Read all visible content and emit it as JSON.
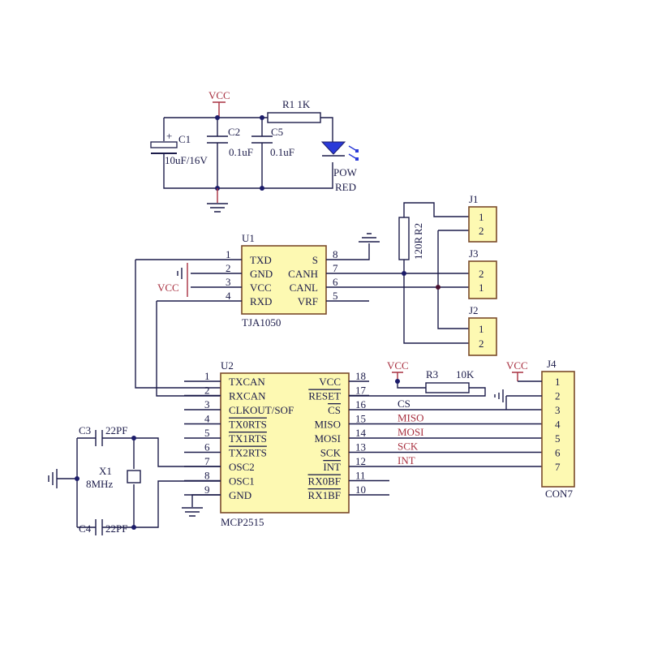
{
  "power": {
    "vcc": "VCC",
    "r1": "R1  1K",
    "c1": "C1",
    "c1_value": "10uF/16V",
    "c1_plus": "+",
    "c2": "C2",
    "c2_value": "0.1uF",
    "c5": "C5",
    "c5_value": "0.1uF",
    "led_line1": "POW",
    "led_line2": "RED"
  },
  "u1": {
    "ref": "U1",
    "part": "TJA1050",
    "left_pins": [
      {
        "num": "1",
        "name": "TXD"
      },
      {
        "num": "2",
        "name": "GND"
      },
      {
        "num": "3",
        "name": "VCC"
      },
      {
        "num": "4",
        "name": "RXD"
      }
    ],
    "right_pins": [
      {
        "num": "8",
        "name": "S"
      },
      {
        "num": "7",
        "name": "CANH"
      },
      {
        "num": "6",
        "name": "CANL"
      },
      {
        "num": "5",
        "name": "VRF"
      }
    ],
    "vcc_label": "VCC"
  },
  "r2": {
    "ref": "R2",
    "value": "120R"
  },
  "j1": {
    "ref": "J1",
    "pins": [
      "1",
      "2"
    ]
  },
  "j3": {
    "ref": "J3",
    "pins": [
      "2",
      "1"
    ]
  },
  "j2": {
    "ref": "J2",
    "pins": [
      "1",
      "2"
    ]
  },
  "u2": {
    "ref": "U2",
    "part": "MCP2515",
    "left_pins": [
      {
        "num": "1",
        "name": "TXCAN"
      },
      {
        "num": "2",
        "name": "RXCAN"
      },
      {
        "num": "3",
        "name": "CLKOUT/SOF"
      },
      {
        "num": "4",
        "name": "TX0RTS",
        "bar": true
      },
      {
        "num": "5",
        "name": "TX1RTS",
        "bar": true
      },
      {
        "num": "6",
        "name": "TX2RTS",
        "bar": true
      },
      {
        "num": "7",
        "name": "OSC2"
      },
      {
        "num": "8",
        "name": "OSC1"
      },
      {
        "num": "9",
        "name": "GND"
      }
    ],
    "right_pins": [
      {
        "num": "18",
        "name": "VCC"
      },
      {
        "num": "17",
        "name": "RESET",
        "bar": true
      },
      {
        "num": "16",
        "name": "CS",
        "bar": true
      },
      {
        "num": "15",
        "name": "MISO"
      },
      {
        "num": "14",
        "name": "MOSI"
      },
      {
        "num": "13",
        "name": "SCK"
      },
      {
        "num": "12",
        "name": "INT",
        "bar": true
      },
      {
        "num": "11",
        "name": "RX0BF",
        "bar": true
      },
      {
        "num": "10",
        "name": "RX1BF",
        "bar": true
      }
    ]
  },
  "r3": {
    "ref": "R3",
    "value": "10K",
    "vcc": "VCC"
  },
  "nets": [
    "CS",
    "MISO",
    "MOSI",
    "SCK",
    "INT"
  ],
  "j4": {
    "ref": "J4",
    "part": "CON7",
    "pins": [
      "1",
      "2",
      "3",
      "4",
      "5",
      "6",
      "7"
    ],
    "vcc": "VCC"
  },
  "crystal": {
    "c3": "C3",
    "c3_value": "22PF",
    "c4": "C4",
    "c4_value": "22PF",
    "x1": "X1",
    "x1_value": "8MHz"
  }
}
